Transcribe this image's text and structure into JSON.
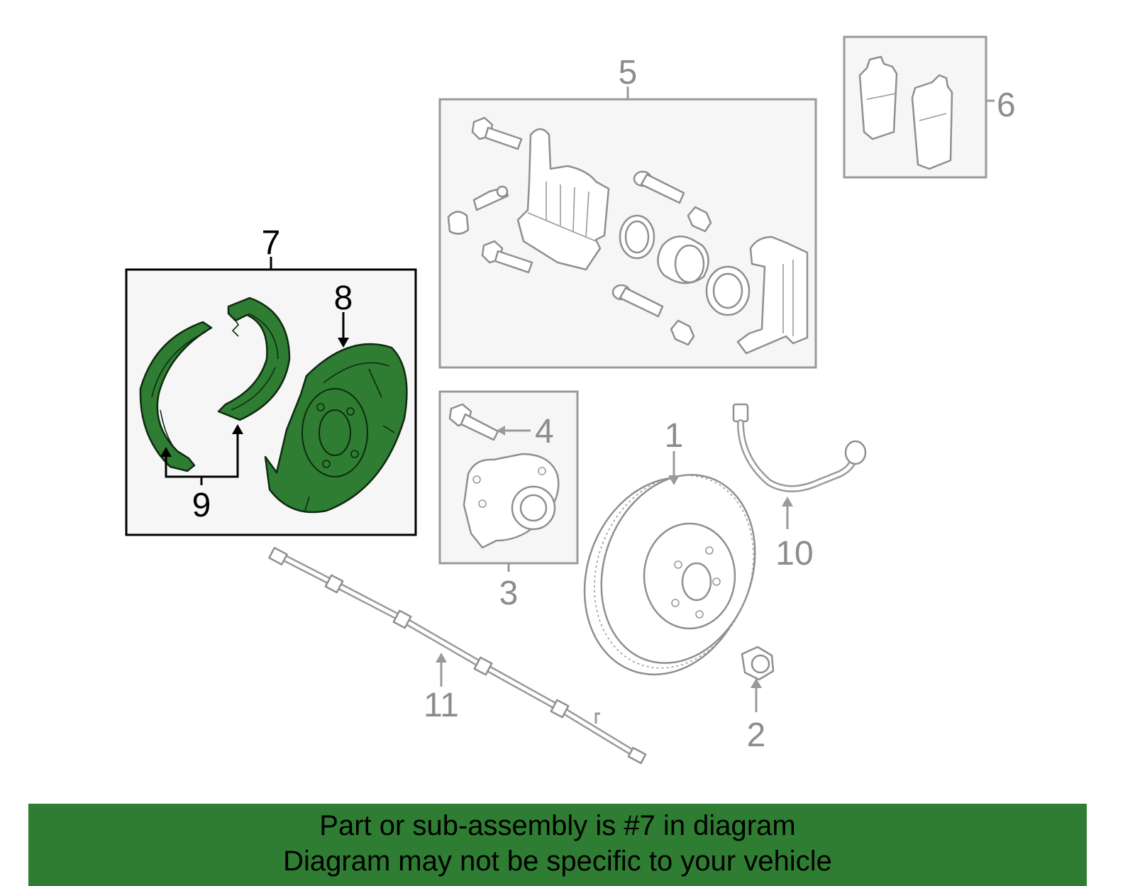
{
  "callouts": {
    "c1": "1",
    "c2": "2",
    "c3": "3",
    "c4": "4",
    "c5": "5",
    "c6": "6",
    "c7": "7",
    "c8": "8",
    "c9": "9",
    "c10": "10",
    "c11": "11"
  },
  "highlight_color": "#2e7d32",
  "banner": {
    "line1": "Part or sub-assembly is #7 in diagram",
    "line2": "Diagram may not be specific to your vehicle"
  }
}
